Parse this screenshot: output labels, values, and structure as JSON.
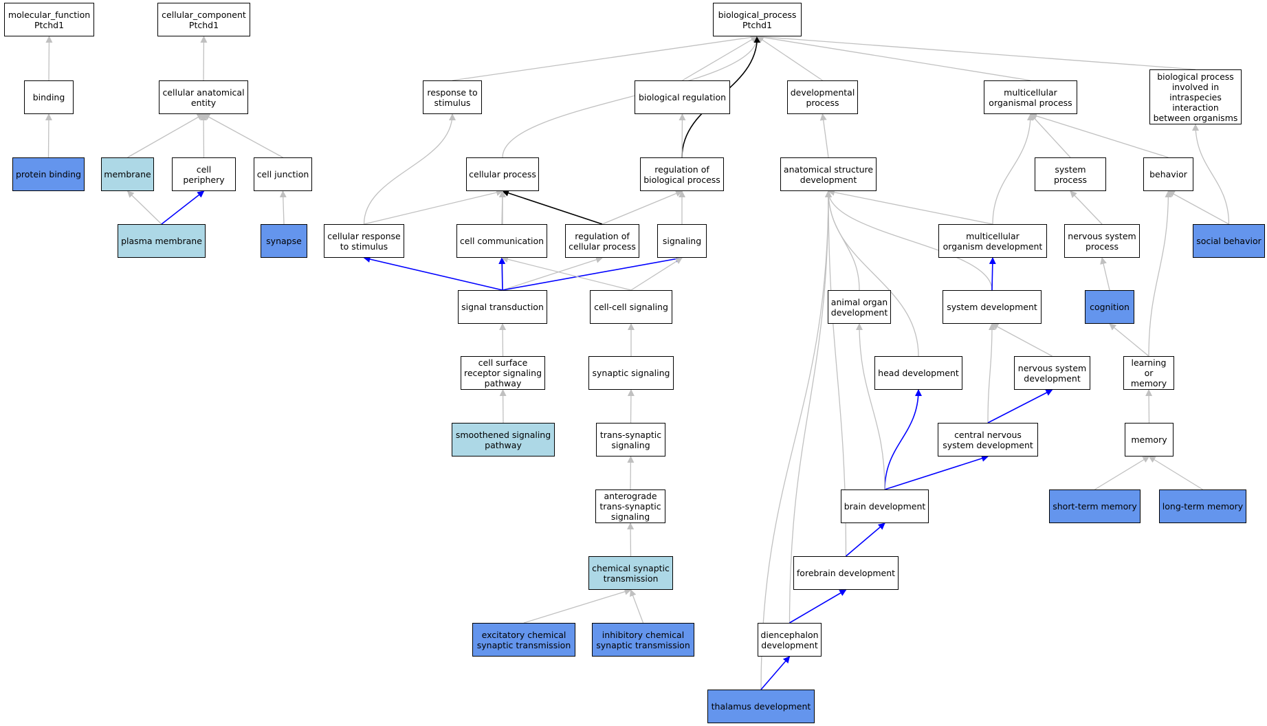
{
  "diagram": {
    "colors": {
      "plain": "#ffffff",
      "light": "#add8e6",
      "strong": "#6495ed",
      "edge_gray": "#c0c0c0",
      "edge_blue": "#0000ff",
      "edge_black": "#000000"
    },
    "nodes": [
      {
        "id": "mf",
        "label": "molecular_function\nPtchd1",
        "style": "plain"
      },
      {
        "id": "cc",
        "label": "cellular_component\nPtchd1",
        "style": "plain"
      },
      {
        "id": "bp",
        "label": "biological_process\nPtchd1",
        "style": "plain"
      },
      {
        "id": "binding",
        "label": "binding",
        "style": "plain"
      },
      {
        "id": "cae",
        "label": "cellular anatomical\nentity",
        "style": "plain"
      },
      {
        "id": "rts",
        "label": "response to\nstimulus",
        "style": "plain"
      },
      {
        "id": "breg",
        "label": "biological regulation",
        "style": "plain"
      },
      {
        "id": "devp",
        "label": "developmental\nprocess",
        "style": "plain"
      },
      {
        "id": "mop",
        "label": "multicellular\norganismal process",
        "style": "plain"
      },
      {
        "id": "bpii",
        "label": "biological process\ninvolved in\nintraspecies\ninteraction\nbetween organisms",
        "style": "plain"
      },
      {
        "id": "protbind",
        "label": "protein binding",
        "style": "strong"
      },
      {
        "id": "membrane",
        "label": "membrane",
        "style": "light"
      },
      {
        "id": "cperiph",
        "label": "cell periphery",
        "style": "plain"
      },
      {
        "id": "cjunc",
        "label": "cell junction",
        "style": "plain"
      },
      {
        "id": "cproc",
        "label": "cellular process",
        "style": "plain"
      },
      {
        "id": "rbp",
        "label": "regulation of\nbiological process",
        "style": "plain"
      },
      {
        "id": "asd",
        "label": "anatomical structure\ndevelopment",
        "style": "plain"
      },
      {
        "id": "sysproc",
        "label": "system process",
        "style": "plain"
      },
      {
        "id": "behavior",
        "label": "behavior",
        "style": "plain"
      },
      {
        "id": "pmem",
        "label": "plasma membrane",
        "style": "light"
      },
      {
        "id": "synapse",
        "label": "synapse",
        "style": "strong"
      },
      {
        "id": "crts",
        "label": "cellular response\nto stimulus",
        "style": "plain"
      },
      {
        "id": "ccomm",
        "label": "cell communication",
        "style": "plain"
      },
      {
        "id": "rcp",
        "label": "regulation of\ncellular process",
        "style": "plain"
      },
      {
        "id": "signaling",
        "label": "signaling",
        "style": "plain"
      },
      {
        "id": "mod",
        "label": "multicellular\norganism development",
        "style": "plain"
      },
      {
        "id": "nsp",
        "label": "nervous system\nprocess",
        "style": "plain"
      },
      {
        "id": "socbeh",
        "label": "social behavior",
        "style": "strong"
      },
      {
        "id": "sigtrans",
        "label": "signal transduction",
        "style": "plain"
      },
      {
        "id": "ccsig",
        "label": "cell-cell signaling",
        "style": "plain"
      },
      {
        "id": "aod",
        "label": "animal organ\ndevelopment",
        "style": "plain"
      },
      {
        "id": "sysdev",
        "label": "system development",
        "style": "plain"
      },
      {
        "id": "cognition",
        "label": "cognition",
        "style": "strong"
      },
      {
        "id": "csrsp",
        "label": "cell surface\nreceptor signaling\npathway",
        "style": "plain"
      },
      {
        "id": "synsig",
        "label": "synaptic signaling",
        "style": "plain"
      },
      {
        "id": "headdev",
        "label": "head development",
        "style": "plain"
      },
      {
        "id": "nsd",
        "label": "nervous system\ndevelopment",
        "style": "plain"
      },
      {
        "id": "lom",
        "label": "learning or\nmemory",
        "style": "plain"
      },
      {
        "id": "ssp",
        "label": "smoothened signaling\npathway",
        "style": "light"
      },
      {
        "id": "tss",
        "label": "trans-synaptic\nsignaling",
        "style": "plain"
      },
      {
        "id": "cnsd",
        "label": "central nervous\nsystem development",
        "style": "plain"
      },
      {
        "id": "memory",
        "label": "memory",
        "style": "plain"
      },
      {
        "id": "atss",
        "label": "anterograde\ntrans-synaptic\nsignaling",
        "style": "plain"
      },
      {
        "id": "braindev",
        "label": "brain development",
        "style": "plain"
      },
      {
        "id": "stm",
        "label": "short-term memory",
        "style": "strong"
      },
      {
        "id": "ltm",
        "label": "long-term memory",
        "style": "strong"
      },
      {
        "id": "cst",
        "label": "chemical synaptic\ntransmission",
        "style": "light"
      },
      {
        "id": "fbd",
        "label": "forebrain development",
        "style": "plain"
      },
      {
        "id": "ecst",
        "label": "excitatory chemical\nsynaptic transmission",
        "style": "strong"
      },
      {
        "id": "icst",
        "label": "inhibitory chemical\nsynaptic transmission",
        "style": "strong"
      },
      {
        "id": "dienc",
        "label": "diencephalon\ndevelopment",
        "style": "plain"
      },
      {
        "id": "thal",
        "label": "thalamus development",
        "style": "strong"
      }
    ],
    "edges": [
      {
        "from": "binding",
        "to": "mf",
        "color": "gray"
      },
      {
        "from": "protbind",
        "to": "binding",
        "color": "gray"
      },
      {
        "from": "cae",
        "to": "cc",
        "color": "gray"
      },
      {
        "from": "membrane",
        "to": "cae",
        "color": "gray"
      },
      {
        "from": "cperiph",
        "to": "cae",
        "color": "gray"
      },
      {
        "from": "cjunc",
        "to": "cae",
        "color": "gray"
      },
      {
        "from": "pmem",
        "to": "membrane",
        "color": "gray"
      },
      {
        "from": "pmem",
        "to": "cperiph",
        "color": "blue"
      },
      {
        "from": "synapse",
        "to": "cjunc",
        "color": "gray"
      },
      {
        "from": "rts",
        "to": "bp",
        "color": "gray"
      },
      {
        "from": "cproc",
        "to": "bp",
        "color": "gray"
      },
      {
        "from": "breg",
        "to": "bp",
        "color": "gray"
      },
      {
        "from": "rbp",
        "to": "bp",
        "color": "black"
      },
      {
        "from": "devp",
        "to": "bp",
        "color": "gray"
      },
      {
        "from": "mop",
        "to": "bp",
        "color": "gray"
      },
      {
        "from": "bpii",
        "to": "bp",
        "color": "gray"
      },
      {
        "from": "rbp",
        "to": "breg",
        "color": "gray"
      },
      {
        "from": "asd",
        "to": "devp",
        "color": "gray"
      },
      {
        "from": "crts",
        "to": "rts",
        "color": "gray"
      },
      {
        "from": "crts",
        "to": "cproc",
        "color": "gray"
      },
      {
        "from": "ccomm",
        "to": "cproc",
        "color": "gray"
      },
      {
        "from": "rcp",
        "to": "cproc",
        "color": "black"
      },
      {
        "from": "sigtrans",
        "to": "cproc",
        "color": "gray"
      },
      {
        "from": "rcp",
        "to": "rbp",
        "color": "gray"
      },
      {
        "from": "signaling",
        "to": "rbp",
        "color": "gray"
      },
      {
        "from": "sigtrans",
        "to": "crts",
        "color": "blue"
      },
      {
        "from": "sigtrans",
        "to": "ccomm",
        "color": "blue"
      },
      {
        "from": "sigtrans",
        "to": "rcp",
        "color": "gray"
      },
      {
        "from": "sigtrans",
        "to": "signaling",
        "color": "blue"
      },
      {
        "from": "ccsig",
        "to": "ccomm",
        "color": "gray"
      },
      {
        "from": "ccsig",
        "to": "signaling",
        "color": "gray"
      },
      {
        "from": "csrsp",
        "to": "sigtrans",
        "color": "gray"
      },
      {
        "from": "ssp",
        "to": "csrsp",
        "color": "gray"
      },
      {
        "from": "synsig",
        "to": "ccsig",
        "color": "gray"
      },
      {
        "from": "tss",
        "to": "synsig",
        "color": "gray"
      },
      {
        "from": "atss",
        "to": "tss",
        "color": "gray"
      },
      {
        "from": "cst",
        "to": "atss",
        "color": "gray"
      },
      {
        "from": "ecst",
        "to": "cst",
        "color": "gray"
      },
      {
        "from": "icst",
        "to": "cst",
        "color": "gray"
      },
      {
        "from": "mod",
        "to": "mop",
        "color": "gray"
      },
      {
        "from": "sysproc",
        "to": "mop",
        "color": "gray"
      },
      {
        "from": "behavior",
        "to": "mop",
        "color": "gray"
      },
      {
        "from": "socbeh",
        "to": "bpii",
        "color": "gray"
      },
      {
        "from": "socbeh",
        "to": "behavior",
        "color": "gray"
      },
      {
        "from": "nsp",
        "to": "sysproc",
        "color": "gray"
      },
      {
        "from": "cognition",
        "to": "nsp",
        "color": "gray"
      },
      {
        "from": "lom",
        "to": "cognition",
        "color": "gray"
      },
      {
        "from": "lom",
        "to": "behavior",
        "color": "gray"
      },
      {
        "from": "memory",
        "to": "lom",
        "color": "gray"
      },
      {
        "from": "stm",
        "to": "memory",
        "color": "gray"
      },
      {
        "from": "ltm",
        "to": "memory",
        "color": "gray"
      },
      {
        "from": "mod",
        "to": "asd",
        "color": "gray"
      },
      {
        "from": "aod",
        "to": "asd",
        "color": "gray"
      },
      {
        "from": "sysdev",
        "to": "asd",
        "color": "gray"
      },
      {
        "from": "headdev",
        "to": "asd",
        "color": "gray"
      },
      {
        "from": "fbd",
        "to": "asd",
        "color": "gray"
      },
      {
        "from": "dienc",
        "to": "asd",
        "color": "gray"
      },
      {
        "from": "thal",
        "to": "asd",
        "color": "gray"
      },
      {
        "from": "sysdev",
        "to": "mod",
        "color": "blue"
      },
      {
        "from": "nsd",
        "to": "sysdev",
        "color": "gray"
      },
      {
        "from": "cnsd",
        "to": "sysdev",
        "color": "gray"
      },
      {
        "from": "cnsd",
        "to": "nsd",
        "color": "blue"
      },
      {
        "from": "braindev",
        "to": "cnsd",
        "color": "blue"
      },
      {
        "from": "braindev",
        "to": "headdev",
        "color": "blue"
      },
      {
        "from": "braindev",
        "to": "aod",
        "color": "gray"
      },
      {
        "from": "fbd",
        "to": "braindev",
        "color": "blue"
      },
      {
        "from": "dienc",
        "to": "fbd",
        "color": "blue"
      },
      {
        "from": "thal",
        "to": "dienc",
        "color": "blue"
      }
    ]
  }
}
